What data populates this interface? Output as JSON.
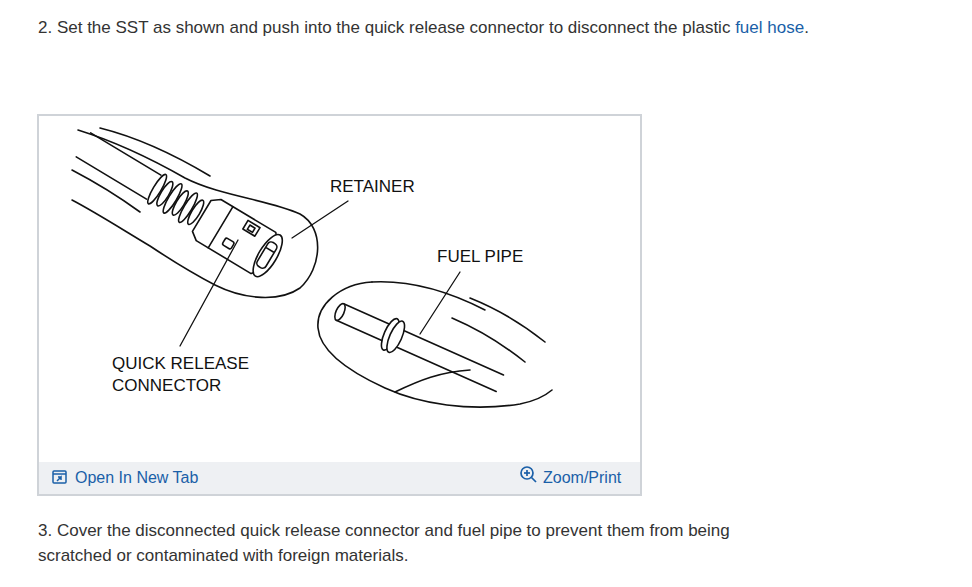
{
  "diagram": {
    "labels": [
      "2. Set the SST as shown and push into the quick release connector to disconnect the plastic",
      "fuel hose",
      ".",
      "RETAINER",
      "FUEL PIPE",
      "QUICK RELEASE CONNECTOR",
      "Open In New Tab",
      "Zoom/Print",
      "3. Cover the disconnected quick release connector and fuel pipe to prevent them from being scratched or contaminated with foreign materials."
    ]
  }
}
